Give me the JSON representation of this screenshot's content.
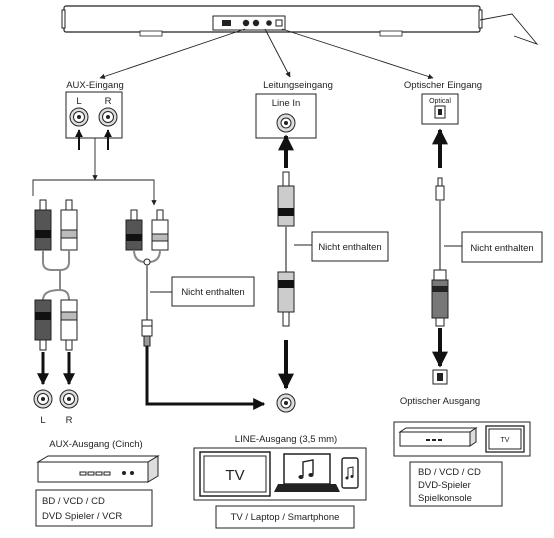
{
  "labels": {
    "aux_in": "AUX-Eingang",
    "aux_in_l": "L",
    "aux_in_r": "R",
    "line_in_title": "Leitungseingang",
    "line_in_port": "Line In",
    "optical_in_title": "Optischer Eingang",
    "optical_port": "Optical",
    "not_included": "Nicht enthalten",
    "aux_out_l": "L",
    "aux_out_r": "R",
    "optical_out": "Optischer Ausgang",
    "aux_out_title": "AUX-Ausgang (Cinch)",
    "line_out_title": "LINE-Ausgang (3,5 mm)",
    "tv_screen": "TV",
    "tv_small": "TV",
    "aux_devices_line1": "BD / VCD / CD",
    "aux_devices_line2": "DVD Spieler / VCR",
    "line_devices": "TV / Laptop / Smartphone",
    "opt_devices_line1": "BD / VCD / CD",
    "opt_devices_line2": "DVD-Spieler",
    "opt_devices_line3": "Spielkonsole"
  }
}
